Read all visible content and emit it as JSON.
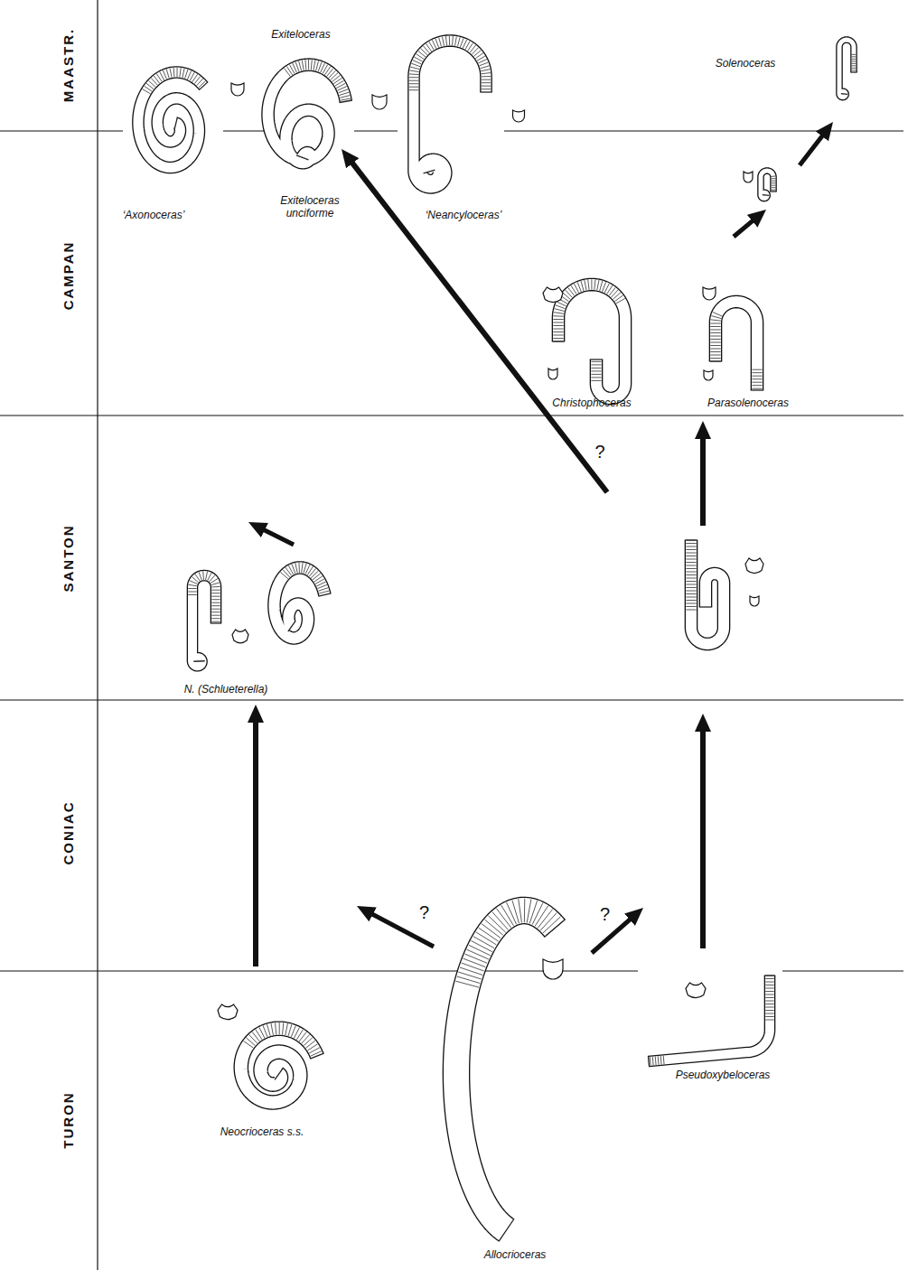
{
  "diagram": {
    "nodes": [
      {
        "text": [
          "‘Axonoceras’"
        ]
      },
      {
        "text": [
          "Exiteloceras unciforme"
        ]
      },
      {
        "text": [
          "‘Neancyloceras’"
        ]
      },
      {
        "text": [
          "Solenoceras"
        ]
      },
      {
        "text": [
          "Christophoceras"
        ]
      },
      {
        "text": [
          "Parasolenoceras"
        ]
      },
      {
        "text": [
          "N. (Schlueterella)"
        ]
      },
      {
        "text": [
          "Neocrioceras s.s."
        ]
      },
      {
        "text": [
          "Pseudoxybeloceras"
        ]
      },
      {
        "text": [
          "Allocrioceras"
        ]
      }
    ],
    "edges": [
      {
        "from": 9,
        "to": 7,
        "arrow": "to",
        "label": "?"
      },
      {
        "from": 9,
        "to": 8,
        "arrow": "to",
        "label": "?"
      }
    ],
    "labels": [
      "MAASTR.",
      "CAMPAN",
      "SANTON",
      "CONIAC",
      "TURON",
      "Exiteloceras",
      "?"
    ]
  }
}
